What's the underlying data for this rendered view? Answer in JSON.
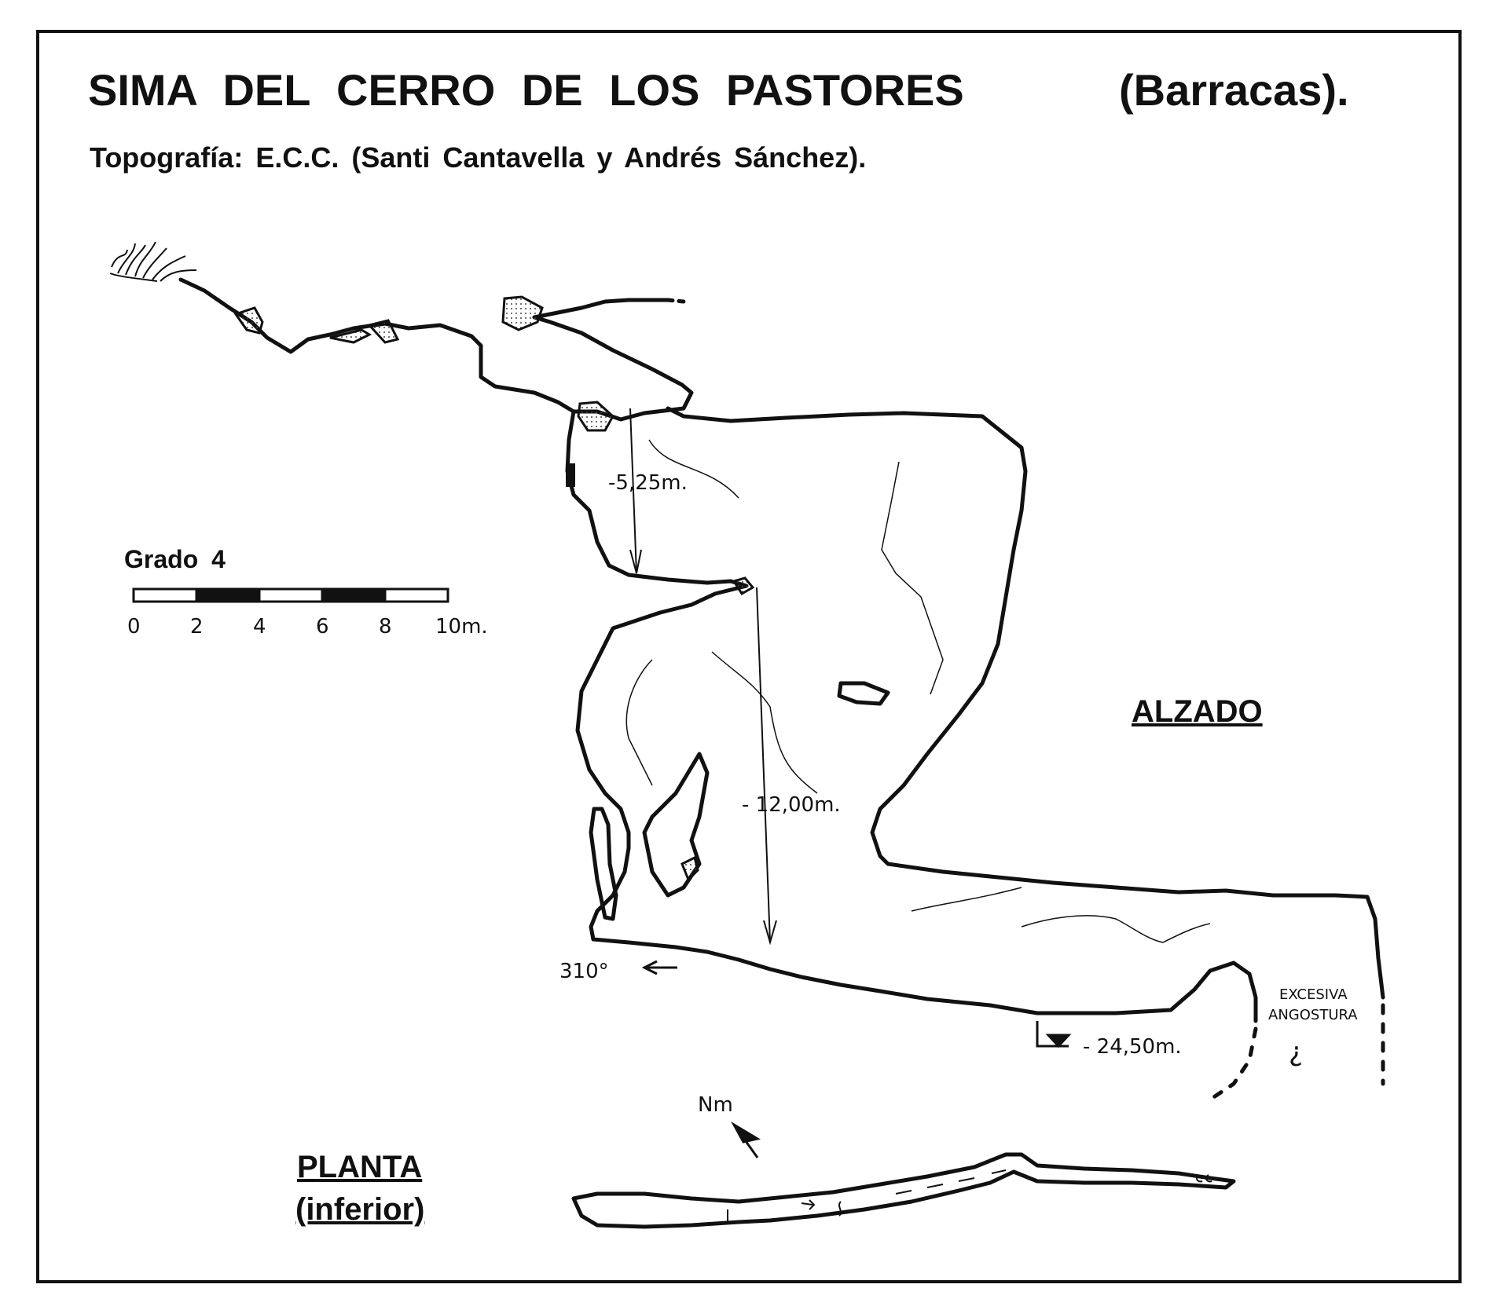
{
  "title": "SIMA DEL CERRO DE LOS PASTORES",
  "place": "(Barracas).",
  "subtitle": "Topografía:  E.C.C.  (Santi Cantavella  y  Andrés Sánchez).",
  "scale": {
    "title": "Grado  4",
    "ticks": [
      "0",
      "2",
      "4",
      "6",
      "8",
      "10m."
    ]
  },
  "sections": {
    "elevation_label": "ALZADO",
    "plan_label_1": "PLANTA",
    "plan_label_2": "(inferior)"
  },
  "depths": {
    "first": "-5,25m.",
    "second": "- 12,00m.",
    "bottom": "- 24,50m."
  },
  "orientation": {
    "bearing": "310°",
    "north_label": "Nm"
  },
  "notes": {
    "narrow_1": "EXCESIVA",
    "narrow_2": "ANGOSTURA",
    "unknown_mark": "¿"
  },
  "colors": {
    "ink": "#111111",
    "paper": "#ffffff"
  }
}
